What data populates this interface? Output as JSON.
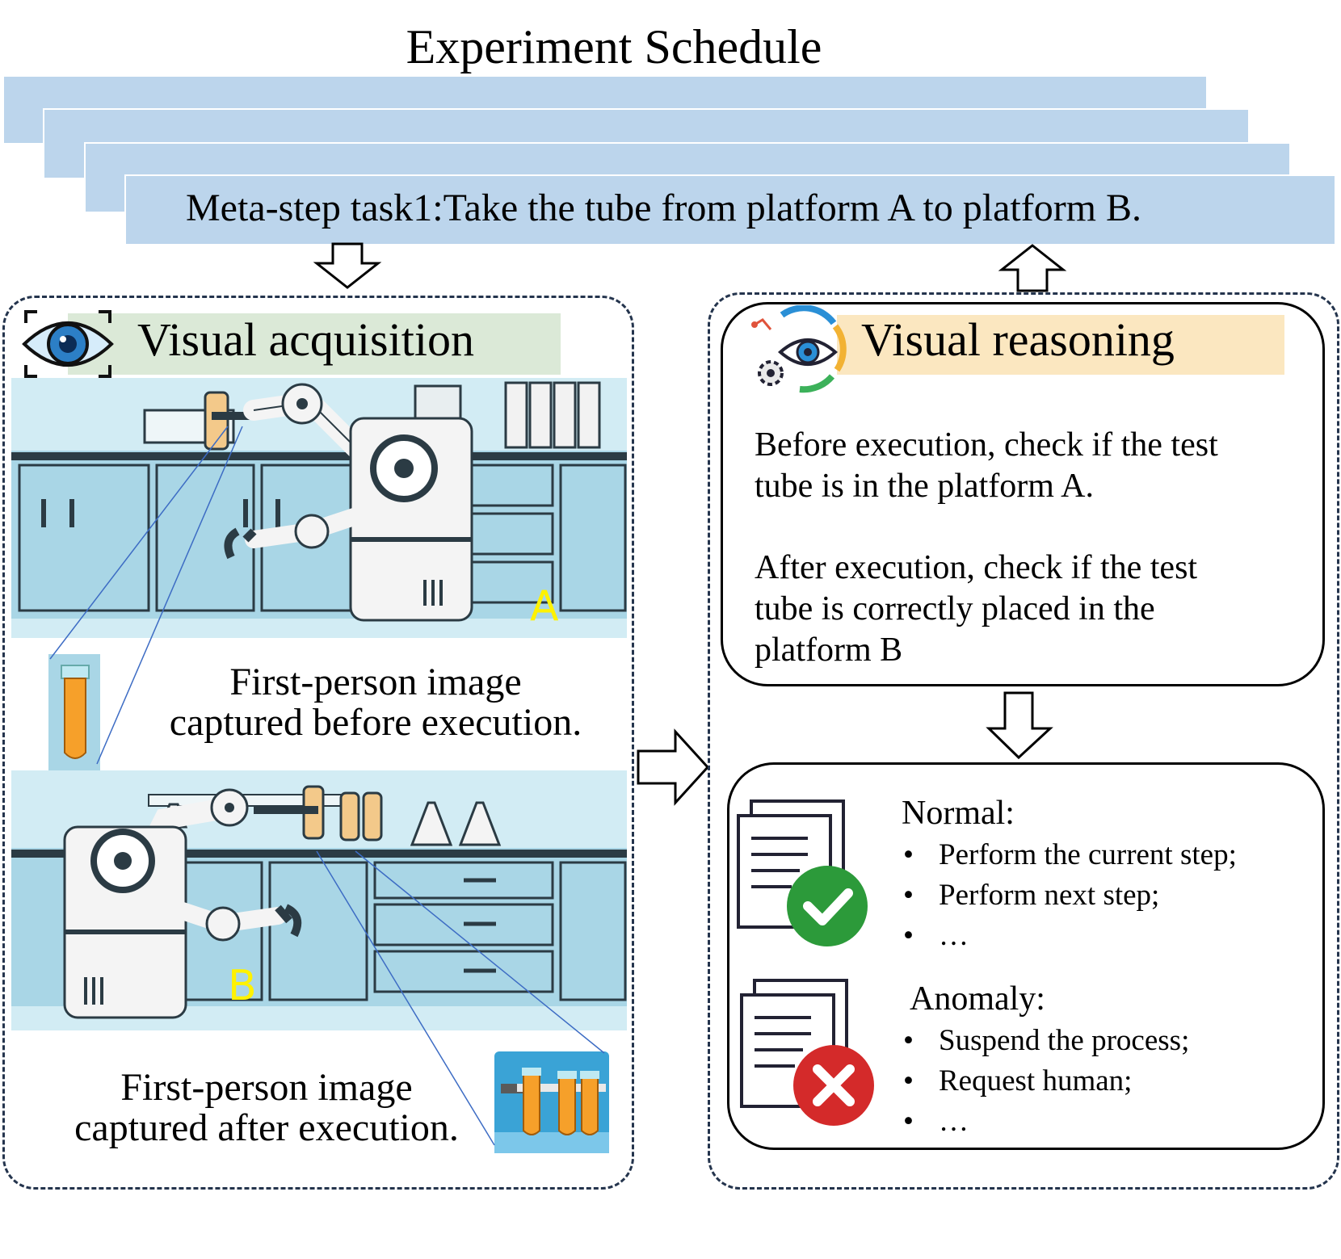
{
  "title": "Experiment Schedule",
  "schedule": {
    "task_text": "Meta-step task1:Take the tube from platform A to platform B.",
    "color": "#bcd5ec"
  },
  "acquisition": {
    "header": "Visual acquisition",
    "header_color": "#dbe9d7",
    "icon": "eye-scan-icon",
    "before_caption_line1": "First-person image",
    "before_caption_line2": "captured before execution.",
    "after_caption_line1": "First-person image",
    "after_caption_line2": "captured after execution.",
    "platform_a": "A",
    "platform_b": "B"
  },
  "reasoning": {
    "header": "Visual reasoning",
    "header_color": "#fbe7c0",
    "icon": "eye-gear-icon",
    "before_line1": "Before execution, check if the test",
    "before_line2": "tube is in the platform A.",
    "after_line1": "After execution, check if the test",
    "after_line2": "tube is correctly placed in the",
    "after_line3": "platform B"
  },
  "outcomes": {
    "normal": {
      "title": "Normal:",
      "items": [
        "Perform the current step;",
        "Perform next step;",
        "…"
      ],
      "icon": "document-check-icon",
      "color": "#2c9a3a"
    },
    "anomaly": {
      "title": "Anomaly:",
      "items": [
        "Suspend the process;",
        "Request human;",
        "…"
      ],
      "icon": "document-cross-icon",
      "color": "#d42a2a"
    }
  }
}
